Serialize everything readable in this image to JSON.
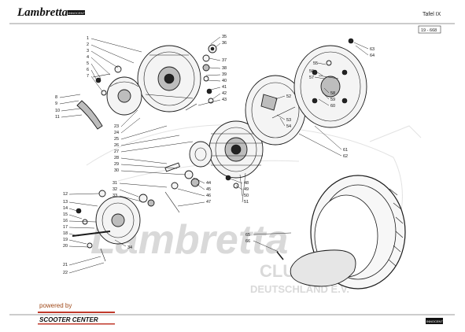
{
  "header": {
    "brand": "Lambretta",
    "brand_sub": "INNOCENTI",
    "plate": "Tafel IX",
    "sheet_code": "19 - 668"
  },
  "watermark": {
    "line1": "Lambretta",
    "line2": "CLUB",
    "line3": "DEUTSCHLAND E.V."
  },
  "footer": {
    "powered_by": "powered by",
    "sponsor": "SCOOTER CENTER",
    "logo_text": "INNOCENTI"
  },
  "callouts": {
    "n1": "1",
    "n2": "2",
    "n3": "3",
    "n4": "4",
    "n5": "5",
    "n6": "6",
    "n7": "7",
    "n8": "8",
    "n9": "9",
    "n10": "10",
    "n11": "11",
    "n12": "12",
    "n13": "13",
    "n14": "14",
    "n15": "15",
    "n16": "16",
    "n17": "17",
    "n18": "18",
    "n19": "19",
    "n20": "20",
    "n21": "21",
    "n22": "22",
    "n23": "23",
    "n24": "24",
    "n25": "25",
    "n26": "26",
    "n27": "27",
    "n28": "28",
    "n29": "29",
    "n30": "30",
    "n31": "31",
    "n32": "32",
    "n33": "33",
    "n34": "34",
    "n35": "35",
    "n36": "36",
    "n37": "37",
    "n38": "38",
    "n39": "39",
    "n40": "40",
    "n41": "41",
    "n42": "42",
    "n43": "43",
    "n44": "44",
    "n45": "45",
    "n46": "46",
    "n47": "47",
    "n48": "48",
    "n49": "49",
    "n50": "50",
    "n51": "51",
    "n52": "52",
    "n53": "53",
    "n54": "54",
    "n55": "55",
    "n56": "56",
    "n57": "57",
    "n58": "58",
    "n59": "59",
    "n60": "60",
    "n61": "61",
    "n62": "62",
    "n63": "63",
    "n64": "64",
    "n65": "65",
    "n66": "66"
  },
  "colors": {
    "ink": "#1a1a1a",
    "watermark": "#d9d9d9",
    "sponsor_bar": "#c0392b"
  }
}
